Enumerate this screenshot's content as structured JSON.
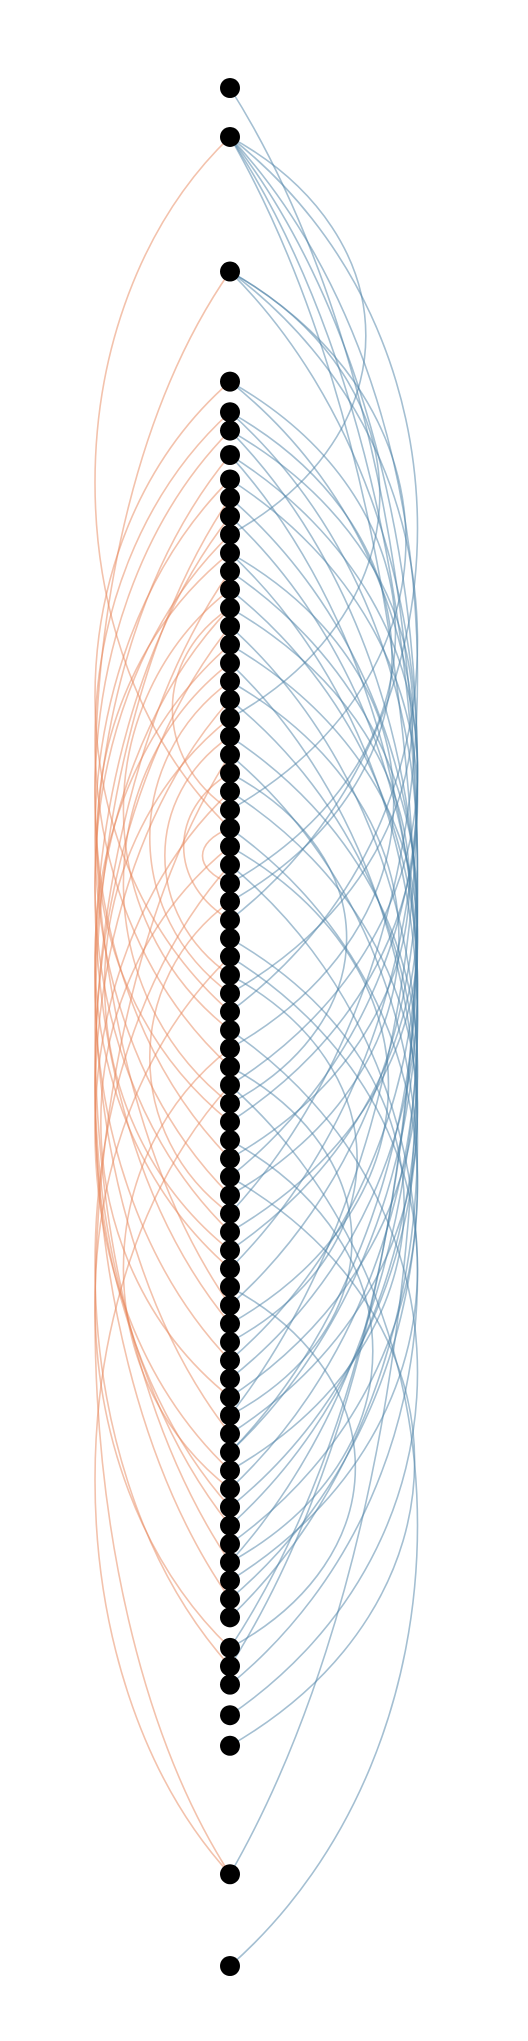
{
  "diagram": {
    "type": "arc-diagram",
    "layout": "vertical",
    "node_color": "#000000",
    "edge_colors": {
      "downward": "#4a7fa5",
      "upward": "#e8865a"
    },
    "nodes": [
      0,
      8,
      30,
      48,
      53,
      56,
      60,
      64,
      67,
      70,
      73,
      76,
      79,
      82,
      85,
      88,
      91,
      94,
      97,
      100,
      103,
      106,
      109,
      112,
      115,
      118,
      121,
      124,
      127,
      130,
      133,
      136,
      139,
      142,
      145,
      148,
      151,
      154,
      157,
      160,
      163,
      166,
      169,
      172,
      175,
      178,
      181,
      184,
      187,
      190,
      193,
      196,
      199,
      202,
      205,
      208,
      211,
      214,
      217,
      220,
      223,
      226,
      229,
      232,
      235,
      238,
      241,
      244,
      247,
      250,
      255,
      258,
      261,
      266,
      271,
      292,
      307
    ],
    "edges": [
      [
        0,
        71
      ],
      [
        1,
        10
      ],
      [
        1,
        31
      ],
      [
        1,
        47
      ],
      [
        1,
        58
      ],
      [
        1,
        70
      ],
      [
        1,
        75
      ],
      [
        2,
        20
      ],
      [
        2,
        25
      ],
      [
        2,
        36
      ],
      [
        2,
        50
      ],
      [
        3,
        29
      ],
      [
        3,
        45
      ],
      [
        4,
        30
      ],
      [
        4,
        52
      ],
      [
        5,
        35
      ],
      [
        5,
        60
      ],
      [
        6,
        40
      ],
      [
        6,
        66
      ],
      [
        7,
        42
      ],
      [
        8,
        55
      ],
      [
        9,
        60
      ],
      [
        11,
        38
      ],
      [
        11,
        62
      ],
      [
        12,
        49
      ],
      [
        13,
        56
      ],
      [
        14,
        44
      ],
      [
        15,
        64
      ],
      [
        16,
        48
      ],
      [
        17,
        69
      ],
      [
        18,
        46
      ],
      [
        19,
        63
      ],
      [
        21,
        57
      ],
      [
        22,
        68
      ],
      [
        23,
        41
      ],
      [
        24,
        59
      ],
      [
        26,
        65
      ],
      [
        27,
        53
      ],
      [
        28,
        72
      ],
      [
        32,
        61
      ],
      [
        33,
        67
      ],
      [
        34,
        54
      ],
      [
        37,
        73
      ],
      [
        39,
        58
      ],
      [
        43,
        66
      ],
      [
        51,
        70
      ],
      [
        45,
        74
      ],
      [
        40,
        76
      ],
      [
        75,
        22
      ],
      [
        75,
        40
      ],
      [
        70,
        33
      ],
      [
        71,
        28
      ],
      [
        68,
        12
      ],
      [
        66,
        8
      ],
      [
        64,
        15
      ],
      [
        63,
        19
      ],
      [
        61,
        24
      ],
      [
        59,
        9
      ],
      [
        57,
        27
      ],
      [
        55,
        14
      ],
      [
        53,
        6
      ],
      [
        52,
        2
      ],
      [
        50,
        16
      ],
      [
        49,
        20
      ],
      [
        48,
        10
      ],
      [
        46,
        7
      ],
      [
        44,
        5
      ],
      [
        42,
        11
      ],
      [
        41,
        17
      ],
      [
        39,
        4
      ],
      [
        37,
        13
      ],
      [
        36,
        3
      ],
      [
        35,
        18
      ],
      [
        34,
        21
      ],
      [
        31,
        23
      ],
      [
        29,
        26
      ],
      [
        26,
        1
      ],
      [
        25,
        14
      ],
      [
        47,
        30
      ],
      [
        62,
        38
      ]
    ]
  }
}
